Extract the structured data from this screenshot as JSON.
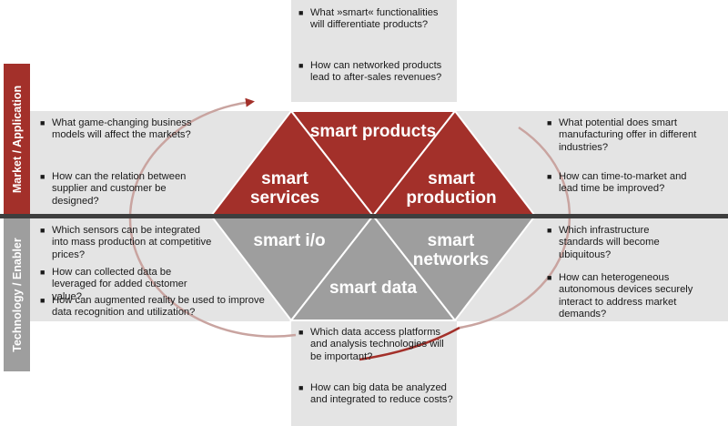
{
  "axis": {
    "top_label": "Market / Application",
    "bottom_label": "Technology / Enabler"
  },
  "segments": {
    "products": "smart products",
    "services": "smart services",
    "production": "smart production",
    "io": "smart i/o",
    "networks": "smart networks",
    "data": "smart data"
  },
  "questions": {
    "products": [
      "What »smart« functionalities will differentiate products?",
      "How can networked products lead to after-sales revenues?"
    ],
    "services": [
      "What game-changing business models will affect the markets?",
      "How can the relation between supplier and customer be designed?"
    ],
    "production": [
      "What potential does smart manufacturing offer in different industries?",
      "How can time-to-market and lead time be improved?"
    ],
    "io": [
      "Which sensors can be integrated into mass production at competitive prices?",
      "How can collected data be leveraged for added customer value?",
      "How can augmented reality be used to improve data recognition and utilization?"
    ],
    "networks": [
      "Which infrastructure standards will become ubiquitous?",
      "How can heterogeneous autonomous devices securely interact to address market demands?"
    ],
    "data": [
      "Which data access platforms and analysis technologies will be important?",
      "How can big data be analyzed and integrated to reduce costs?"
    ]
  },
  "colors": {
    "market": "#a3302a",
    "technology": "#9e9e9e",
    "panel": "#e4e4e4",
    "divider": "#3e3e3e"
  }
}
